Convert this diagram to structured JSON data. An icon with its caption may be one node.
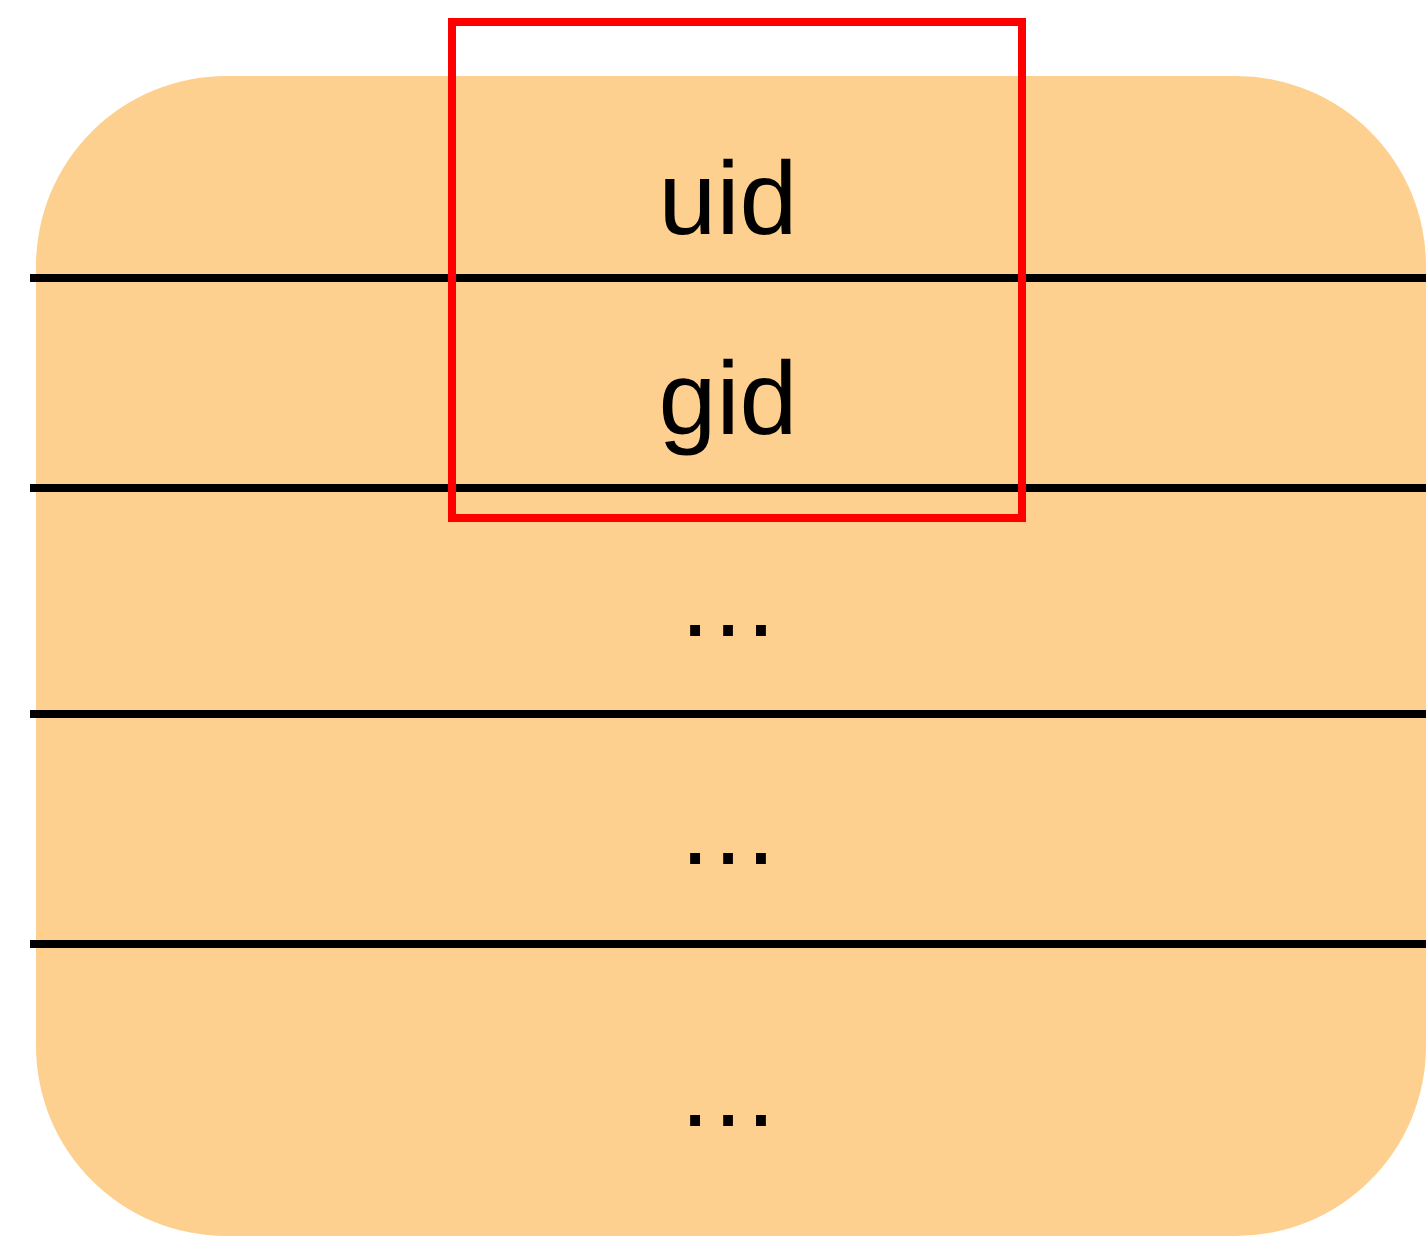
{
  "diagram": {
    "nodes": [
      {
        "text": [],
        "shape": "box"
      },
      {
        "text": [
          "uid"
        ],
        "in": 0
      },
      {
        "text": [
          "gid"
        ],
        "in": 0
      },
      {
        "text": [
          "…"
        ],
        "in": 0
      },
      {
        "text": [
          "…"
        ],
        "in": 0
      },
      {
        "text": [
          "…"
        ],
        "in": 0
      }
    ]
  }
}
